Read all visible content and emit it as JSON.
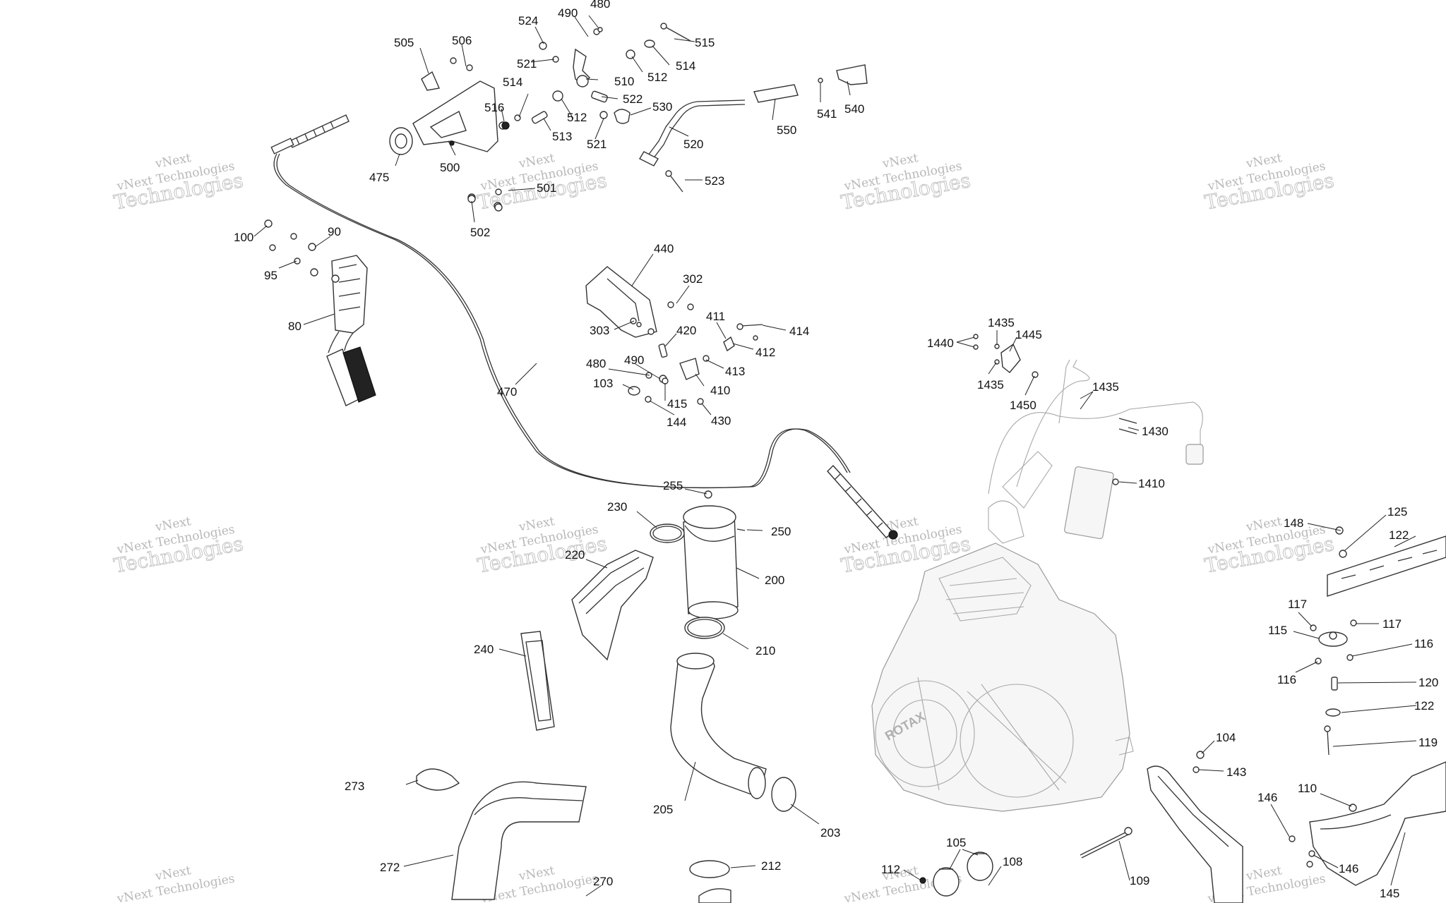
{
  "diagram": {
    "watermark": {
      "line1": "vNext",
      "line2": "vNext Technologies",
      "line3": "Technologies"
    },
    "engine_brand": "ROTAX",
    "callouts": [
      "480",
      "490",
      "524",
      "515",
      "505",
      "506",
      "521",
      "510",
      "512",
      "514",
      "516",
      "514",
      "522",
      "512",
      "530",
      "513",
      "521",
      "520",
      "550",
      "541",
      "540",
      "475",
      "500",
      "501",
      "523",
      "502",
      "100",
      "90",
      "95",
      "80",
      "470",
      "440",
      "302",
      "303",
      "420",
      "411",
      "414",
      "412",
      "480",
      "490",
      "413",
      "410",
      "103",
      "415",
      "144",
      "430",
      "1435",
      "1445",
      "1440",
      "1435",
      "1450",
      "1435",
      "1430",
      "1410",
      "255",
      "230",
      "250",
      "220",
      "200",
      "210",
      "240",
      "148",
      "125",
      "122",
      "117",
      "115",
      "117",
      "116",
      "116",
      "120",
      "122",
      "119",
      "104",
      "143",
      "110",
      "146",
      "146",
      "145",
      "273",
      "205",
      "203",
      "272",
      "270",
      "212",
      "112",
      "105",
      "108",
      "109"
    ]
  }
}
